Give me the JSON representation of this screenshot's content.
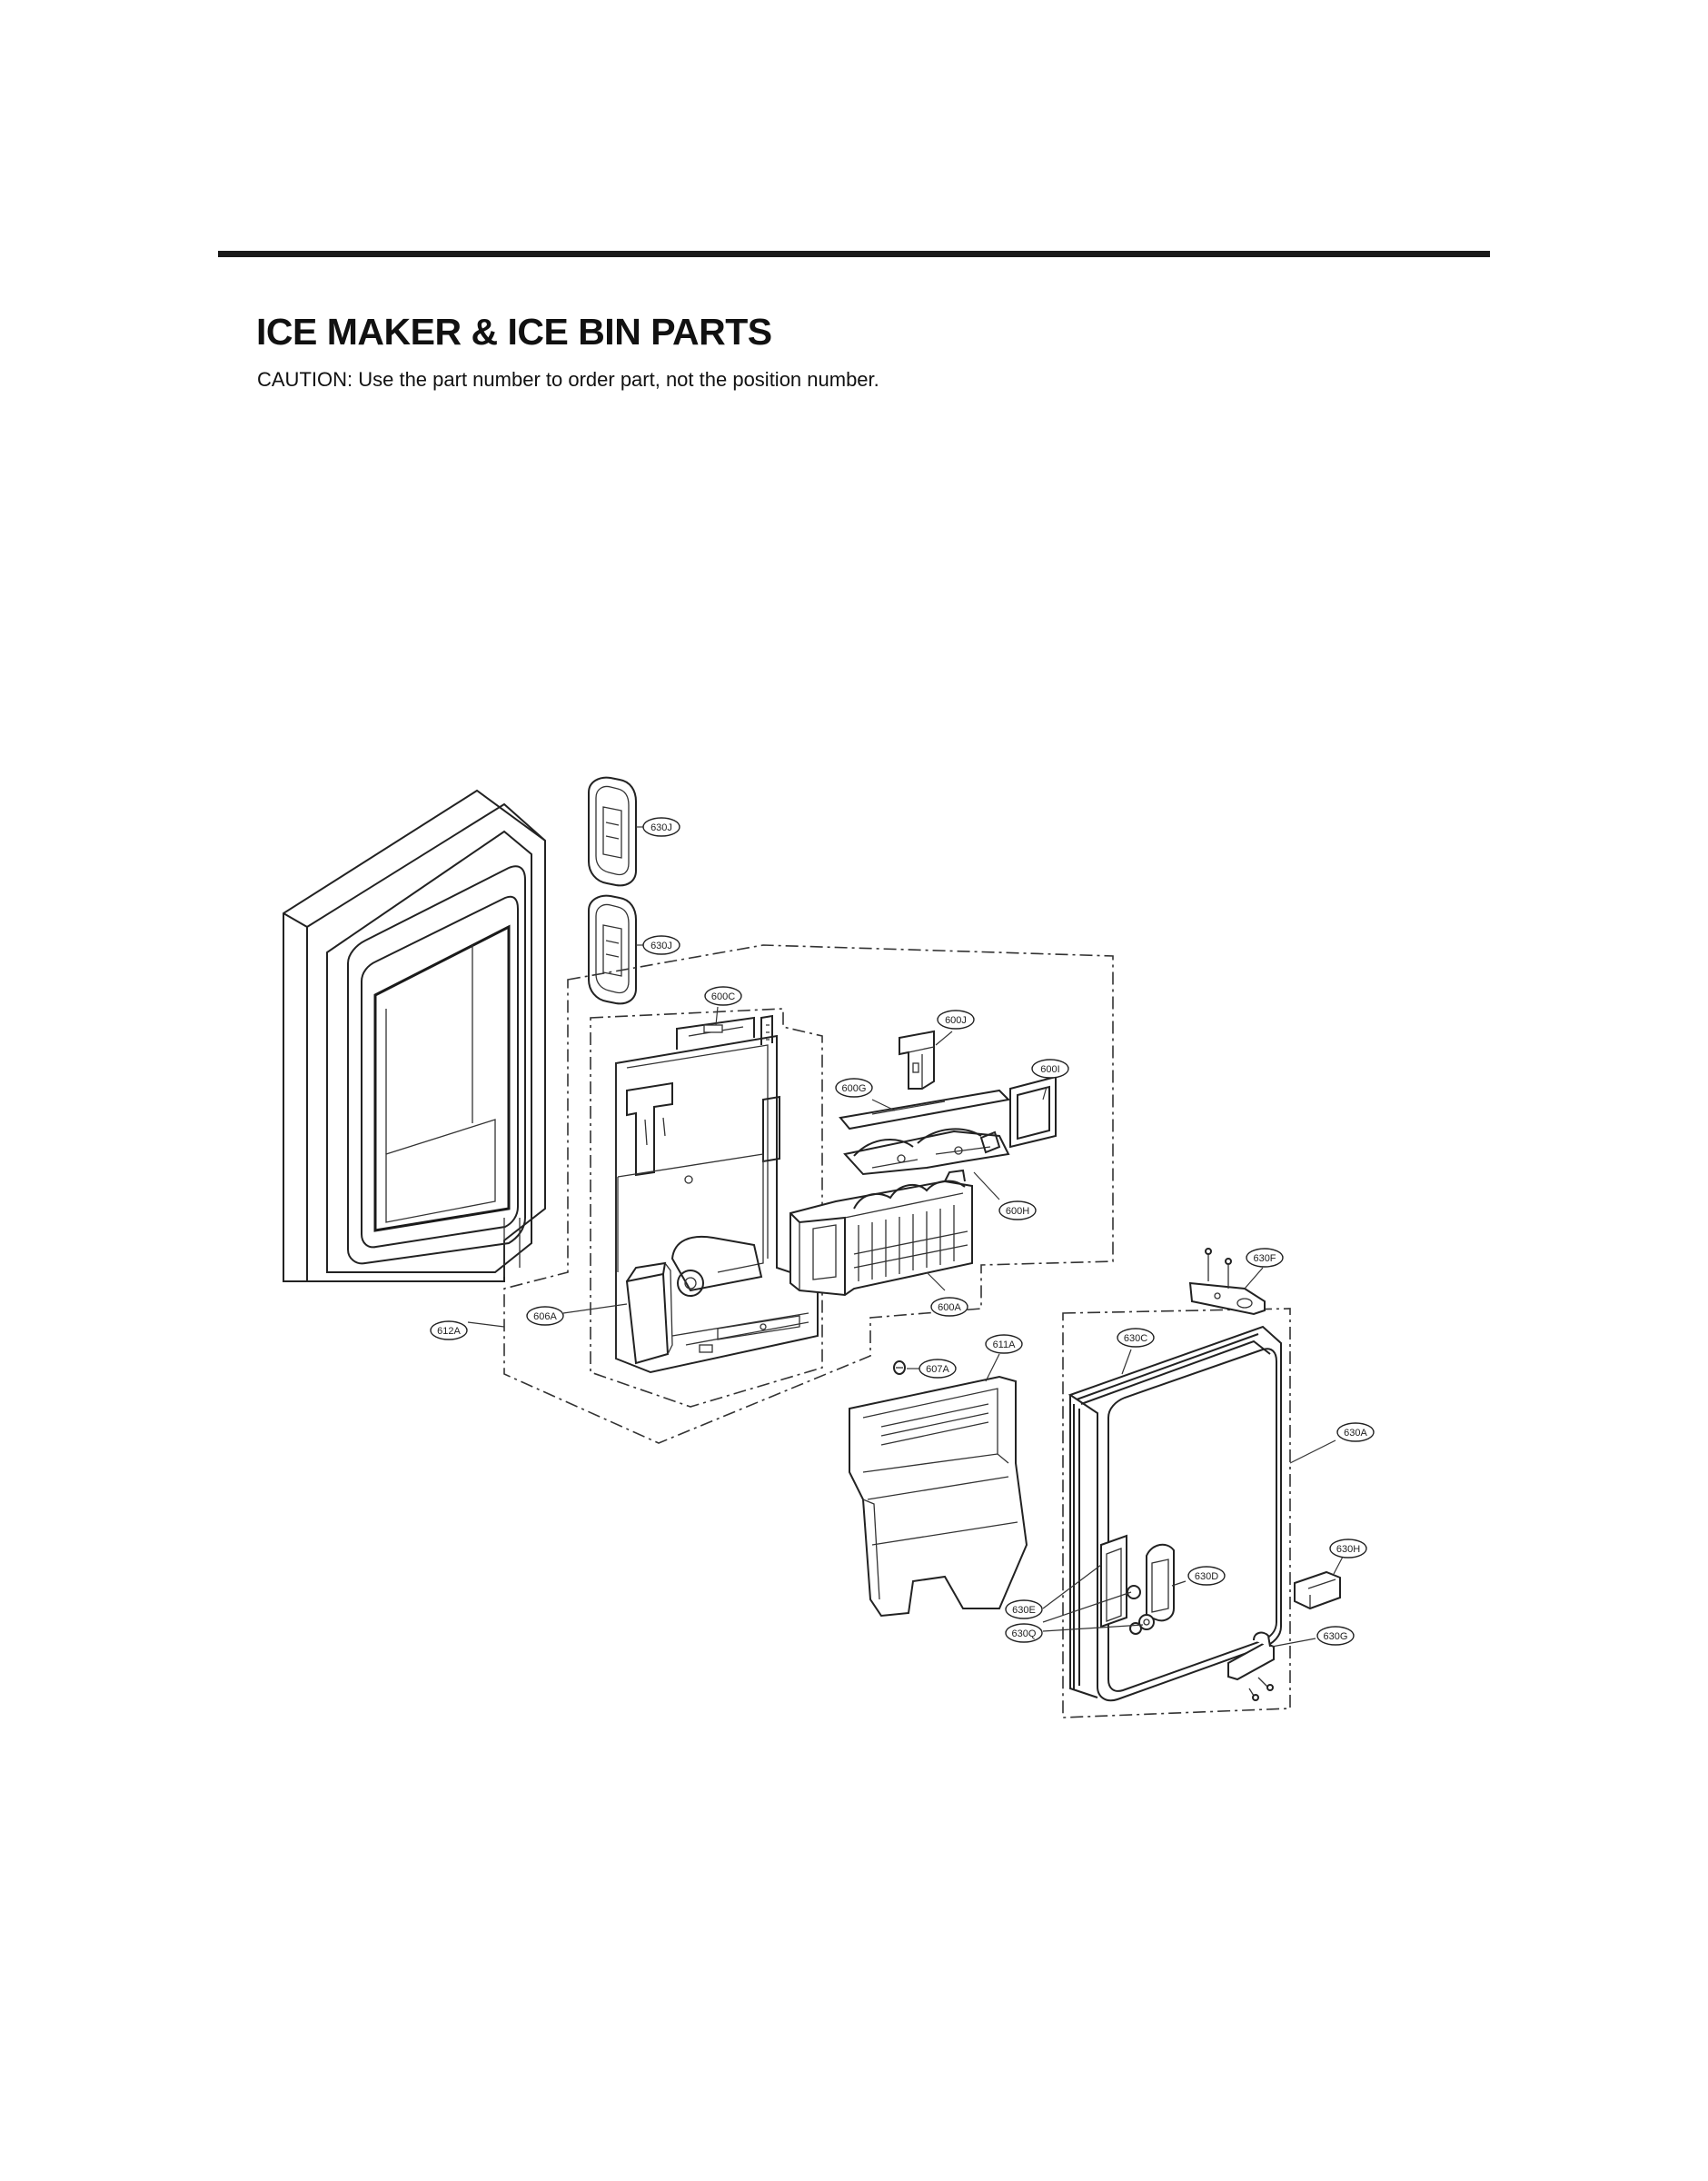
{
  "header": {
    "title": "ICE MAKER & ICE BIN PARTS",
    "caution": "CAUTION: Use the part number to order part, not the position number."
  },
  "callouts": {
    "c630J_top": "630J",
    "c630J_bottom": "630J",
    "c600C": "600C",
    "c600J": "600J",
    "c600I": "600I",
    "c600G": "600G",
    "c600H": "600H",
    "c600A": "600A",
    "c606A": "606A",
    "c612A": "612A",
    "c607A": "607A",
    "c611A": "611A",
    "c630F": "630F",
    "c630C": "630C",
    "c630A": "630A",
    "c630H": "630H",
    "c630D": "630D",
    "c630E": "630E",
    "c630Q": "630Q",
    "c630G": "630G"
  }
}
